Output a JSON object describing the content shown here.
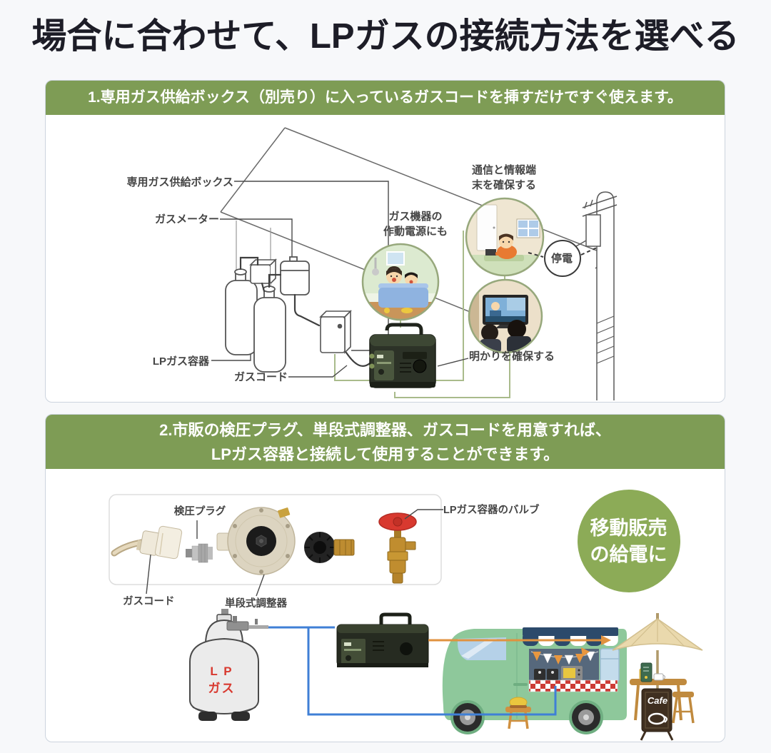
{
  "page": {
    "title": "場合に合わせて、LPガスの接続方法を選べる"
  },
  "colors": {
    "header_green": "#7e9c55",
    "badge_green": "#8cab57",
    "gas_line_blue": "#3f7fd6",
    "power_line_orange": "#e0923f",
    "tank_text_red": "#d8392f"
  },
  "section1": {
    "header": "1.専用ガス供給ボックス（別売り）に入っているガスコードを挿すだけですぐ使えます。",
    "labels": {
      "supply_box": "専用ガス供給ボックス",
      "gas_meter": "ガスメーター",
      "lp_container": "LPガス容器",
      "gas_cord": "ガスコード",
      "appliance_power": "ガス機器の\n作動電源にも",
      "secure_comm": "通信と情報端\n末を確保する",
      "power_outage": "停電",
      "secure_light": "明かりを確保する"
    }
  },
  "section2": {
    "header": "2.市販の検圧プラグ、単段式調整器、ガスコードを用意すれば、\nLPガス容器と接続して使用することができます。",
    "labels": {
      "pressure_plug": "検圧プラグ",
      "container_valve": "LPガス容器のバルブ",
      "gas_cord": "ガスコード",
      "regulator": "単段式調整器",
      "mobile_vending": "移動販売\nの給電に",
      "tank_text": "L P\nガス",
      "cafe_sign": "Cafe"
    }
  }
}
